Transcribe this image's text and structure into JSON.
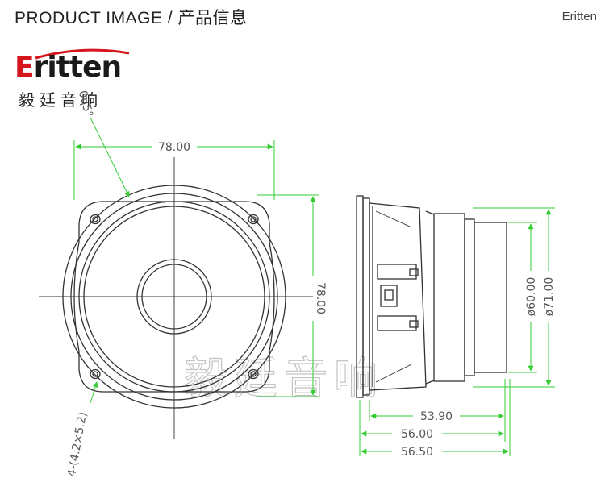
{
  "header": {
    "title": "PRODUCT IMAGE  /  产品信息",
    "brand": "Eritten"
  },
  "logo": {
    "word_first": "E",
    "word_rest": "ritten",
    "chinese": "毅廷音响"
  },
  "watermark": "毅廷音响",
  "front_view": {
    "width_dim": "78.00",
    "height_dim": "78.00",
    "angle_dim": "0ɥ5°",
    "hole_note": "4-(4.2×5.2)"
  },
  "side_view": {
    "depth_dims": [
      "53.90",
      "56.00",
      "56.50"
    ],
    "dia_inner": "ø60.00",
    "dia_outer": "ø71.00"
  },
  "colors": {
    "dimension_line": "#33cc33",
    "drawing_line": "#333333",
    "logo_red": "#d6161c"
  }
}
